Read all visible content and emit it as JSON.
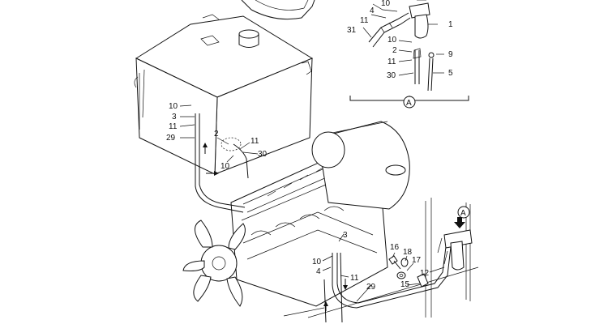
{
  "inset": {
    "marker": "A",
    "labels": [
      "10",
      "4",
      "11",
      "31",
      "1",
      "10",
      "2",
      "11",
      "9",
      "30",
      "5"
    ]
  },
  "tank": {
    "labels": [
      "10",
      "3",
      "11",
      "29",
      "2",
      "11",
      "30",
      "10"
    ]
  },
  "engine": {
    "labels": [
      "3",
      "10",
      "4",
      "11",
      "29",
      "16",
      "18",
      "17",
      "15",
      "12"
    ]
  },
  "view_marker": "A"
}
